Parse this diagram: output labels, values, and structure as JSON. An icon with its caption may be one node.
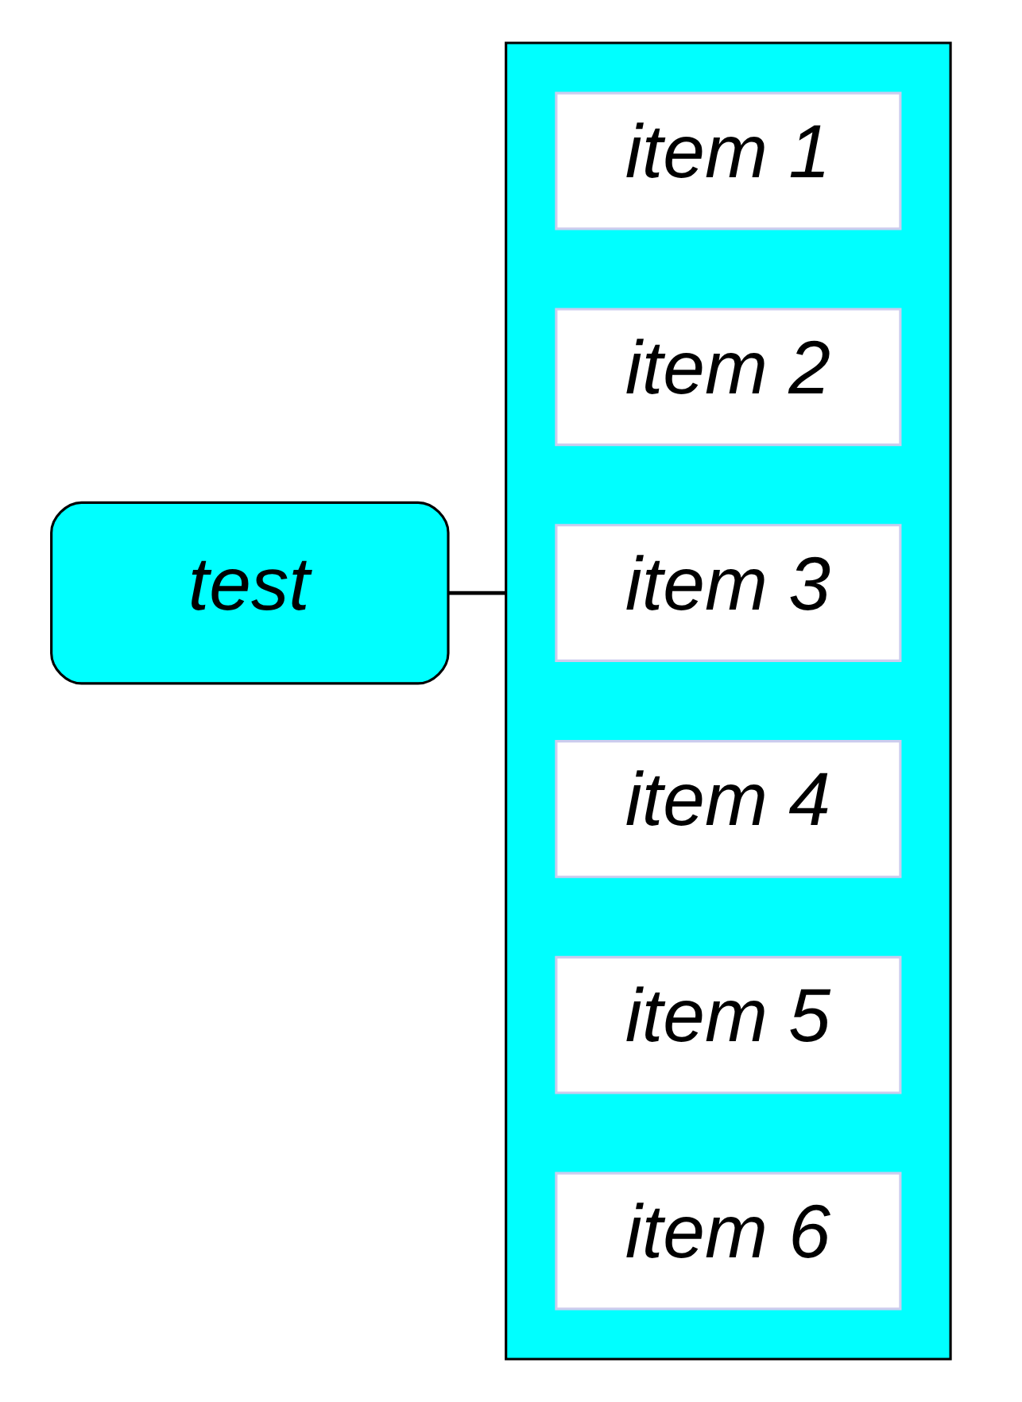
{
  "diagram": {
    "nodes": [
      {
        "text": [
          "test"
        ]
      },
      {
        "text": [],
        "shape": "box"
      },
      {
        "text": [
          "item 1"
        ],
        "in": 1
      },
      {
        "text": [
          "item 2"
        ],
        "in": 1
      },
      {
        "text": [
          "item 3"
        ],
        "in": 1
      },
      {
        "text": [
          "item 4"
        ],
        "in": 1
      },
      {
        "text": [
          "item 5"
        ],
        "in": 1
      },
      {
        "text": [
          "item 6"
        ],
        "in": 1
      }
    ],
    "edges": [
      {
        "from": 0,
        "to": 1,
        "arrow": "none"
      }
    ]
  }
}
